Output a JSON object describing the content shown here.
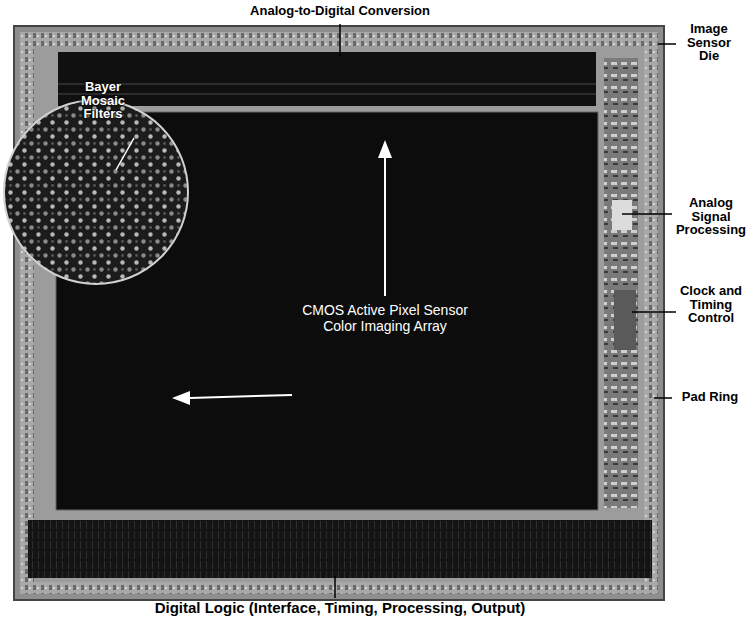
{
  "diagram": {
    "labels": [
      "Analog-to-Digital Conversion",
      "Image Sensor Die",
      "Analog Signal Processing",
      "Clock and Timing Control",
      "Pad Ring",
      "Digital Logic (Interface, Timing, Processing, Output)",
      "Bayer Mosaic Filters",
      "CMOS Active Pixel Sensor Color Imaging Array"
    ]
  }
}
